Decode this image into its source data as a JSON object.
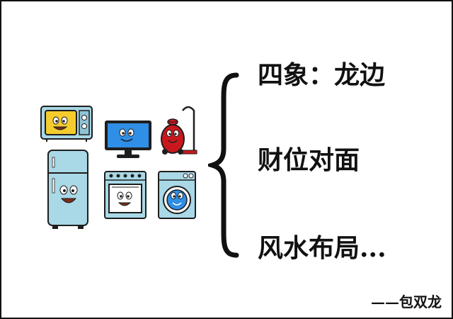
{
  "lines": [
    "四象：龙边",
    "财位对面",
    "风水布局..."
  ],
  "author": "——包双龙",
  "icons": {
    "microwave": "microwave-icon",
    "television": "television-icon",
    "vacuum": "vacuum-cleaner-icon",
    "refrigerator": "refrigerator-icon",
    "stove": "stove-icon",
    "washer": "washing-machine-icon",
    "brace": "curly-brace-icon"
  },
  "colors": {
    "appliance_blue": "#a9d8e6",
    "screen_blue": "#2f8ee6",
    "microwave_screen": "#f4cc2e",
    "vacuum_red": "#c8181e",
    "outline": "#1e1e1e",
    "text": "#111111"
  }
}
